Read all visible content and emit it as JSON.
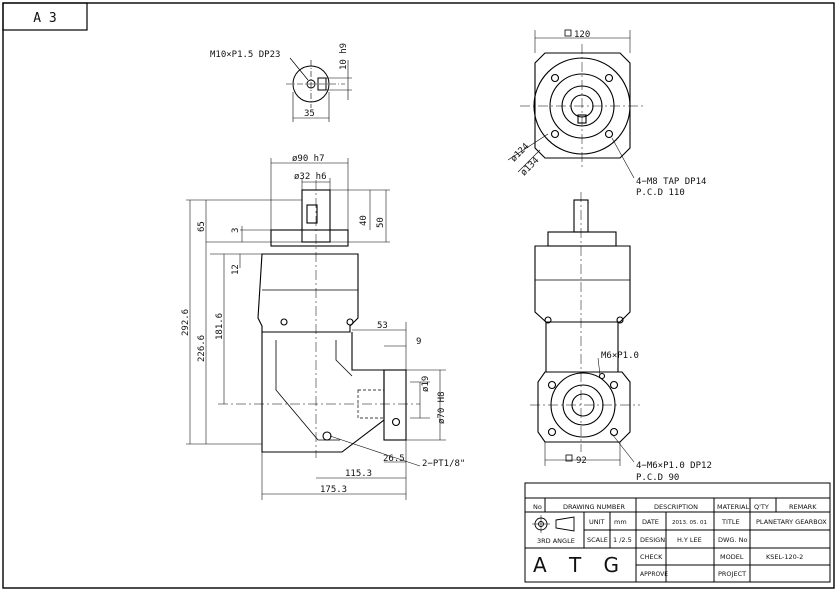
{
  "sheet": {
    "size_code": "A 3"
  },
  "top_detail": {
    "tap_note": "M10×P1.5  DP23",
    "dim_width": "35",
    "dim_h": "10 h9"
  },
  "side_view": {
    "dim_dia_90": "ø90  h7",
    "dim_dia_32": "ø32  h6",
    "dim_40": "40",
    "dim_50": "50",
    "dim_3": "3",
    "dim_65": "65",
    "dim_12": "12",
    "dim_292": "292.6",
    "dim_226": "226.6",
    "dim_181": "181.6",
    "dim_53": "53",
    "dim_9": "9",
    "dim_19": "ø19",
    "dim_70": "ø70 H8",
    "dim_26": "26.5",
    "dim_115": "115.3",
    "dim_175": "175.3",
    "pt_note": "2−PT1/8\""
  },
  "front_view": {
    "dim_120": "120",
    "dim_124": "ø124",
    "dim_134": "ø134",
    "tap_note": "4−M8  TAP  DP14",
    "pcd_note": "P.C.D  110"
  },
  "bottom_view": {
    "m6_note": "M6×P1.0",
    "dim_92": "92",
    "tap_note": "4−M6×P1.0  DP12",
    "pcd_note": "P.C.D  90"
  },
  "title_block": {
    "headers": {
      "no": "No",
      "drawing_number": "DRAWING NUMBER",
      "description": "DESCRIPTION",
      "material": "MATERIAL",
      "qty": "Q'TY",
      "remark": "REMARK"
    },
    "projection": "3RD ANGLE",
    "unit_label": "UNIT",
    "unit_value": "mm",
    "scale_label": "SCALE",
    "scale_value": "1 /2.5",
    "date_label": "DATE",
    "date_value": "2013. 05. 01",
    "design_label": "DESIGN",
    "design_value": "H.Y LEE",
    "check_label": "CHECK",
    "approve_label": "APPROVE",
    "title_label": "TITLE",
    "title_value": "PLANETARY GEARBOX",
    "dwg_label": "DWG. No",
    "model_label": "MODEL",
    "model_value": "KSEL-120-2",
    "project_label": "PROJECT",
    "logo": "A T G"
  }
}
